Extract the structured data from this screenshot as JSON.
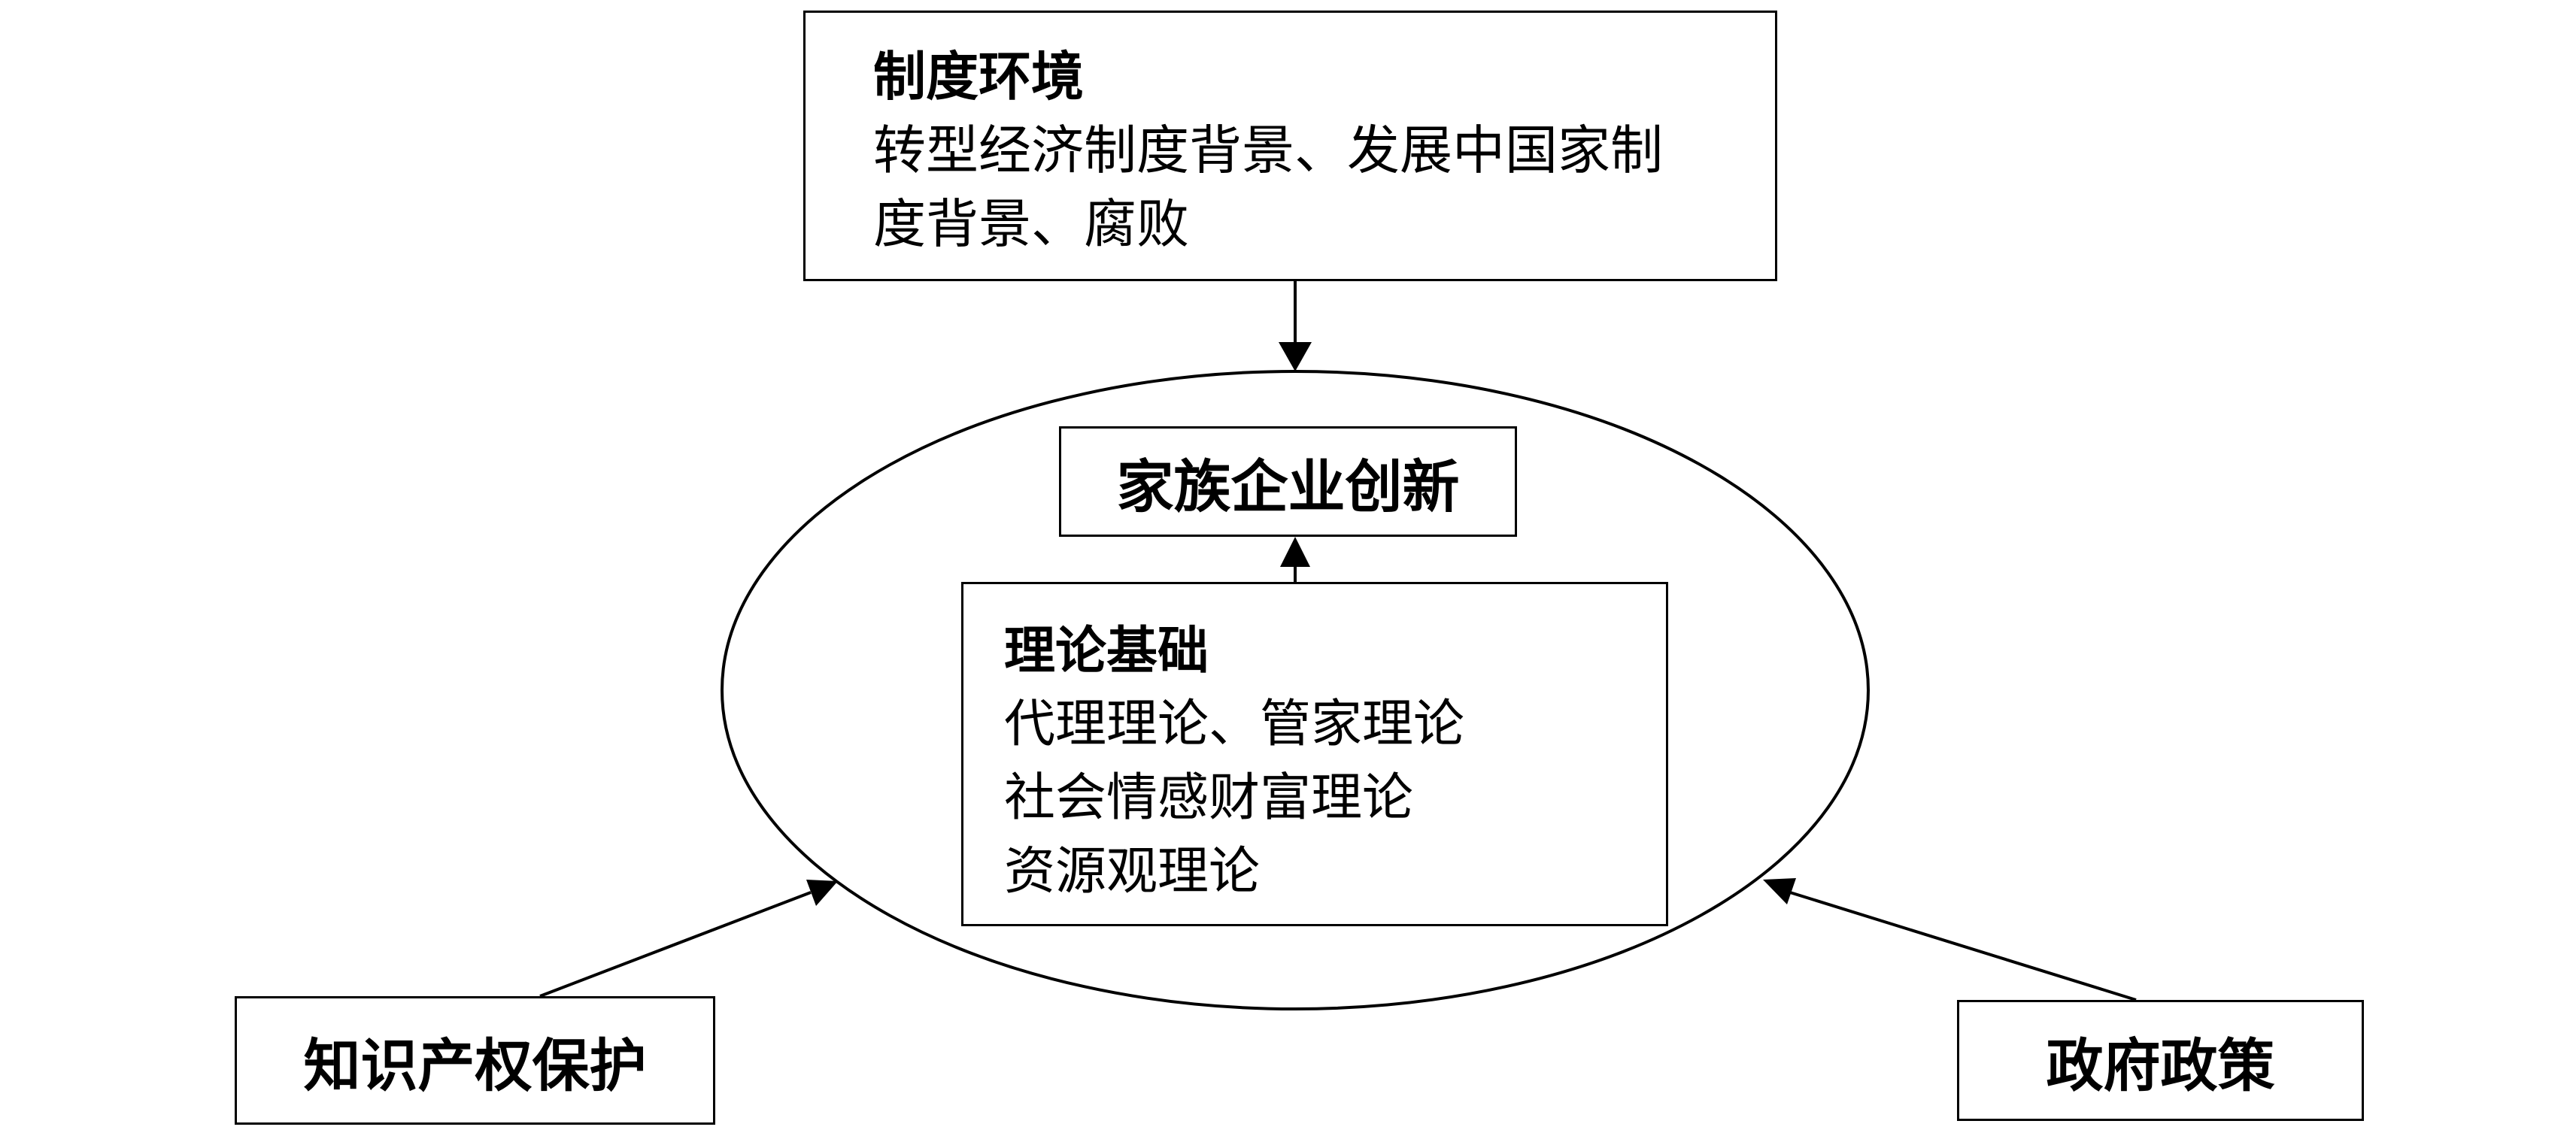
{
  "institution_box": {
    "title": "制度环境",
    "lines": [
      "转型经济制度背景、发展中国家制",
      "度背景、腐败"
    ]
  },
  "innovation_box": {
    "title": "家族企业创新"
  },
  "theory_box": {
    "title": "理论基础",
    "lines": [
      "代理理论、管家理论",
      "社会情感财富理论",
      "资源观理论"
    ]
  },
  "ip_box": {
    "title": "知识产权保护"
  },
  "policy_box": {
    "title": "政府政策"
  },
  "colors": {
    "stroke": "#000000",
    "background": "#ffffff"
  }
}
